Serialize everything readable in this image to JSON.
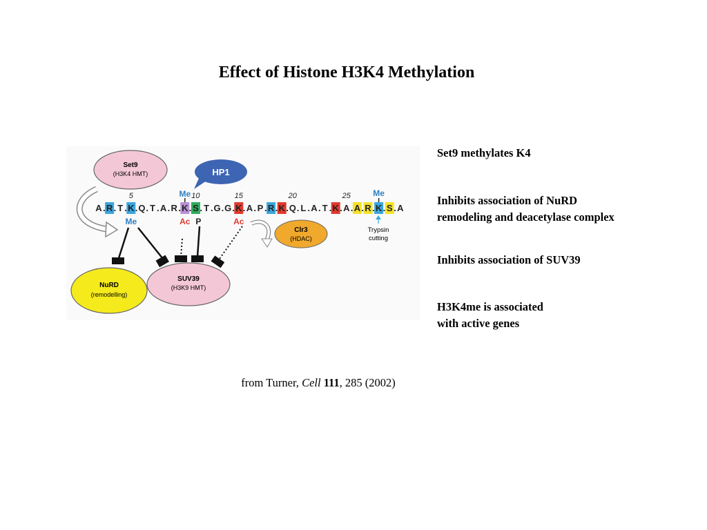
{
  "slide": {
    "title": "Effect of Histone H3K4 Methylation"
  },
  "bullets": [
    {
      "lines": [
        "Set9 methylates K4"
      ]
    },
    {
      "lines": [
        "Inhibits association of NuRD",
        "remodeling and deacetylase complex"
      ]
    },
    {
      "lines": [
        "Inhibits association of SUV39"
      ]
    },
    {
      "lines": [
        "H3K4me is associated",
        "with active genes"
      ]
    }
  ],
  "citation": {
    "prefix": "from Turner, ",
    "journal": "Cell",
    "volume": "111",
    "suffix": ", 285 (2002)"
  },
  "diagram": {
    "set9": {
      "name": "Set9",
      "sub": "(H3K4 HMT)"
    },
    "hp1": {
      "name": "HP1"
    },
    "clr3": {
      "name": "Clr3",
      "sub": "(HDAC)"
    },
    "nurd": {
      "name": "NuRD",
      "sub": "(remodelling)"
    },
    "suv39": {
      "name": "SUV39",
      "sub": "(H3K9 HMT)"
    },
    "sequence": [
      {
        "res": "A"
      },
      {
        "res": "R",
        "hl": "blue"
      },
      {
        "res": "T"
      },
      {
        "res": "K",
        "hl": "blue"
      },
      {
        "res": "Q"
      },
      {
        "res": "T"
      },
      {
        "res": "A"
      },
      {
        "res": "R"
      },
      {
        "res": "K",
        "hl": "purple"
      },
      {
        "res": "S",
        "hl": "green"
      },
      {
        "res": "T"
      },
      {
        "res": "G"
      },
      {
        "res": "G"
      },
      {
        "res": "K",
        "hl": "red"
      },
      {
        "res": "A"
      },
      {
        "res": "P"
      },
      {
        "res": "R",
        "hl": "blue"
      },
      {
        "res": "K",
        "hl": "red"
      },
      {
        "res": "Q"
      },
      {
        "res": "L"
      },
      {
        "res": "A"
      },
      {
        "res": "T"
      },
      {
        "res": "K",
        "hl": "red"
      },
      {
        "res": "A"
      },
      {
        "res": "A",
        "hl": "yellow"
      },
      {
        "res": "R",
        "hl": "yellow"
      },
      {
        "res": "K",
        "hl": "blue"
      },
      {
        "res": "S",
        "hl": "yellow"
      },
      {
        "res": "A"
      }
    ],
    "position_labels": [
      {
        "text": "5",
        "at": 3
      },
      {
        "text": "10",
        "at": 9
      },
      {
        "text": "15",
        "at": 13
      },
      {
        "text": "20",
        "at": 18
      },
      {
        "text": "25",
        "at": 23
      }
    ],
    "modifications": {
      "me_k4": "Me",
      "me_k9": "Me",
      "ac_k9": "Ac",
      "p_s10": "P",
      "ac_k14": "Ac",
      "me_k27": "Me"
    },
    "trypsin": {
      "line1": "Trypsin",
      "line2": "cutting"
    },
    "colors": {
      "blue": "#3aa6dd",
      "purple": "#b88fd6",
      "green": "#2eab5a",
      "red": "#e03a2e",
      "yellow": "#f4e22a",
      "me_text": "#2f7fc1",
      "ac_text": "#e03a2e",
      "set9_fill": "#f4c7d6",
      "suv39_fill": "#f4c7d6",
      "hp1_fill": "#3e65b3",
      "clr3_fill": "#f0a92c",
      "nurd_fill": "#f5ea1c"
    }
  }
}
